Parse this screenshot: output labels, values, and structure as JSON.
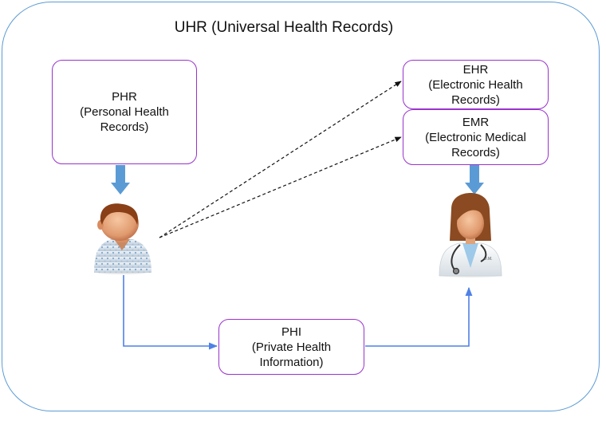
{
  "diagram": {
    "title": "UHR (Universal Health Records)",
    "nodes": {
      "phr": {
        "line1": "PHR",
        "line2": "(Personal Health",
        "line3": "Records)"
      },
      "ehr": {
        "line1": "EHR",
        "line2": "(Electronic Health",
        "line3": "Records)"
      },
      "emr": {
        "line1": "EMR",
        "line2": "(Electronic Medical",
        "line3": "Records)"
      },
      "phi": {
        "line1": "PHI",
        "line2": "(Private Health",
        "line3": "Information)"
      }
    },
    "figures": {
      "patient": {
        "icon": "patient-icon"
      },
      "doctor": {
        "icon": "doctor-icon",
        "badge": "D.M."
      }
    },
    "colors": {
      "outer_border": "#5b9bd5",
      "box_border": "#9933cc",
      "block_arrow": "#5b9bd5",
      "connector": "#4f81e6",
      "dashed_arrow": "#111111"
    }
  }
}
